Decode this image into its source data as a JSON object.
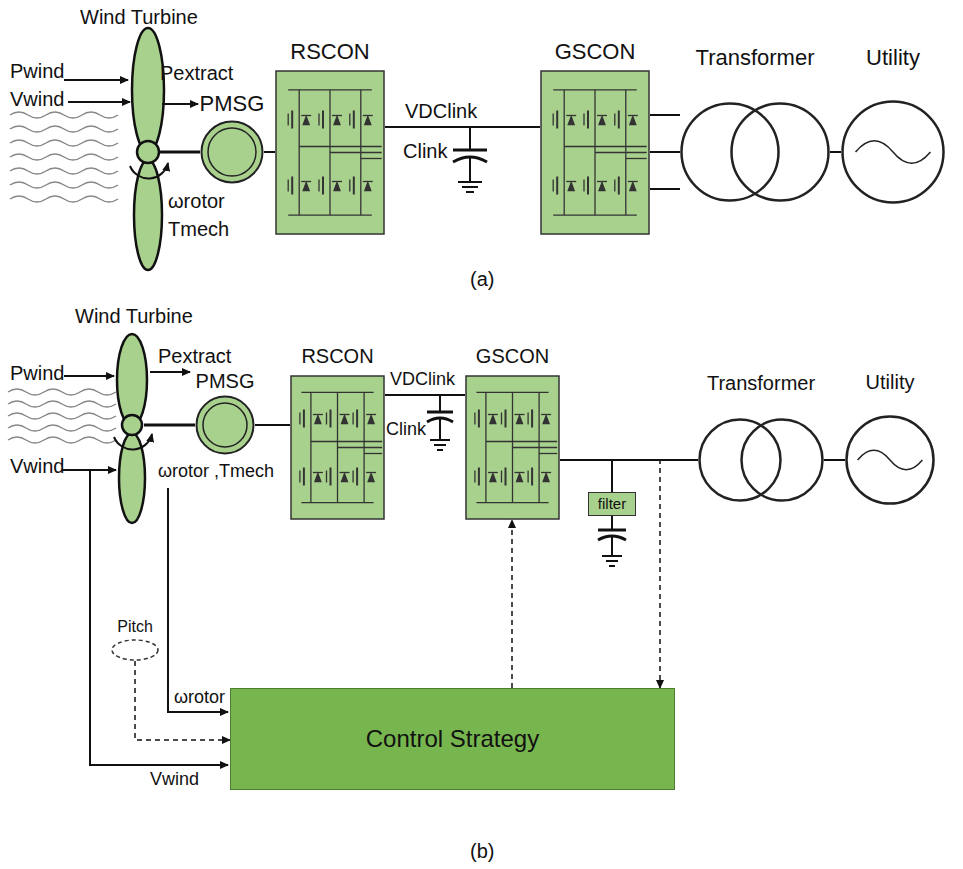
{
  "diagram": {
    "nodes": [
      {
        "text": [
          "PMSG"
        ]
      },
      {
        "text": [
          "RSCON"
        ]
      },
      {
        "text": [
          "GSCON"
        ]
      },
      {
        "text": [
          "Transformer"
        ]
      },
      {
        "text": [
          "Utility"
        ]
      },
      {
        "text": [
          "PMSG"
        ]
      },
      {
        "text": [
          "RSCON"
        ]
      },
      {
        "text": [
          "GSCON"
        ]
      },
      {
        "text": [
          "filter"
        ]
      },
      {
        "text": [
          "Transformer"
        ]
      },
      {
        "text": [
          "Utility"
        ]
      },
      {
        "text": [
          "Pitch"
        ]
      },
      {
        "text": [
          "Control Strategy"
        ]
      }
    ],
    "edges": [
      {
        "from": 0,
        "to": 1,
        "arrow": "none"
      },
      {
        "from": 1,
        "to": 2,
        "arrow": "none"
      },
      {
        "from": 2,
        "to": 3,
        "arrow": "none"
      },
      {
        "from": 3,
        "to": 4,
        "arrow": "none"
      },
      {
        "from": 5,
        "to": 6,
        "arrow": "none"
      },
      {
        "from": 6,
        "to": 7,
        "arrow": "none"
      },
      {
        "from": 7,
        "to": 9,
        "arrow": "none"
      },
      {
        "from": 9,
        "to": 10,
        "arrow": "none"
      },
      {
        "from": 7,
        "to": 8,
        "arrow": "none"
      },
      {
        "from": 7,
        "to": 12,
        "arrow": "to"
      },
      {
        "from": 11,
        "to": 12,
        "arrow": "to"
      },
      {
        "from": 12,
        "to": 7,
        "arrow": "to"
      }
    ],
    "labels": [
      "Wind Turbine",
      "Pwind",
      "Vwind",
      "Pextract",
      "ωrotor",
      "Tmech",
      "VDClink",
      "Clink",
      "(a)",
      "Wind Turbine",
      "Pwind",
      "Pextract",
      "Vwind",
      "ωrotor ,Tmech",
      "VDClink",
      "Clink",
      "ωrotor",
      "Vwind",
      "(b)"
    ]
  }
}
